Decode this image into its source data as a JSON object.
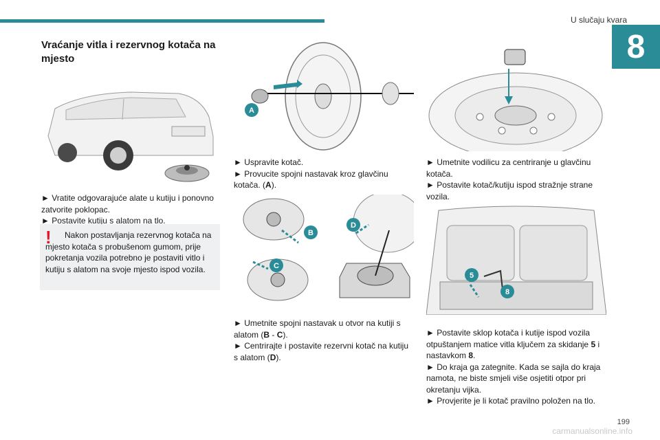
{
  "header": {
    "section": "U slučaju kvara",
    "chapter": "8"
  },
  "left": {
    "heading": "Vraćanje vitla i rezervnog kotača na mjesto",
    "step1": "► Vratite odgovarajuće alate u kutiju i ponovno zatvorite poklopac.",
    "step2": "► Postavite kutiju s alatom na tlo.",
    "warning_mark": "!",
    "warning": "Nakon postavljanja rezervnog kotača na mjesto kotača s probušenom gumom, prije pokretanja vozila potrebno je postaviti vitlo i kutiju s alatom na svoje mjesto ispod vozila."
  },
  "middle": {
    "step1": "► Uspravite kotač.",
    "step2_a": "► Provucite spojni nastavak kroz glavčinu kotača. (",
    "step2_b": "A",
    "step2_c": ").",
    "step3_a": "► Umetnite spojni nastavak u otvor na kutiji s alatom (",
    "step3_b": "B",
    "step3_c": " - ",
    "step3_d": "C",
    "step3_e": ").",
    "step4_a": "► Centrirajte i postavite rezervni kotač na kutiju s alatom (",
    "step4_b": "D",
    "step4_c": ").",
    "labels": {
      "A": "A",
      "B": "B",
      "C": "C",
      "D": "D"
    }
  },
  "right": {
    "step1": "► Umetnite vodilicu za centriranje u glavčinu kotača.",
    "step2": "► Postavite kotač/kutiju ispod stražnje strane vozila.",
    "step3_a": "► Postavite sklop kotača i kutije ispod vozila otpuštanjem matice vitla ključem za skidanje ",
    "step3_b": "5",
    "step3_c": " i nastavkom ",
    "step3_d": "8",
    "step3_e": ".",
    "step4": "► Do kraja ga zategnite. Kada se sajla do kraja namota, ne biste smjeli više osjetiti otpor pri okretanju vijka.",
    "step5": "► Provjerite je li kotač pravilno položen na tlo.",
    "labels": {
      "five": "5",
      "eight": "8"
    }
  },
  "footer": {
    "page": "199",
    "watermark": "carmanualsonline.info"
  },
  "colors": {
    "accent": "#2a8c97",
    "warning": "#e0182d",
    "label_bubble": "#2a8c97"
  }
}
